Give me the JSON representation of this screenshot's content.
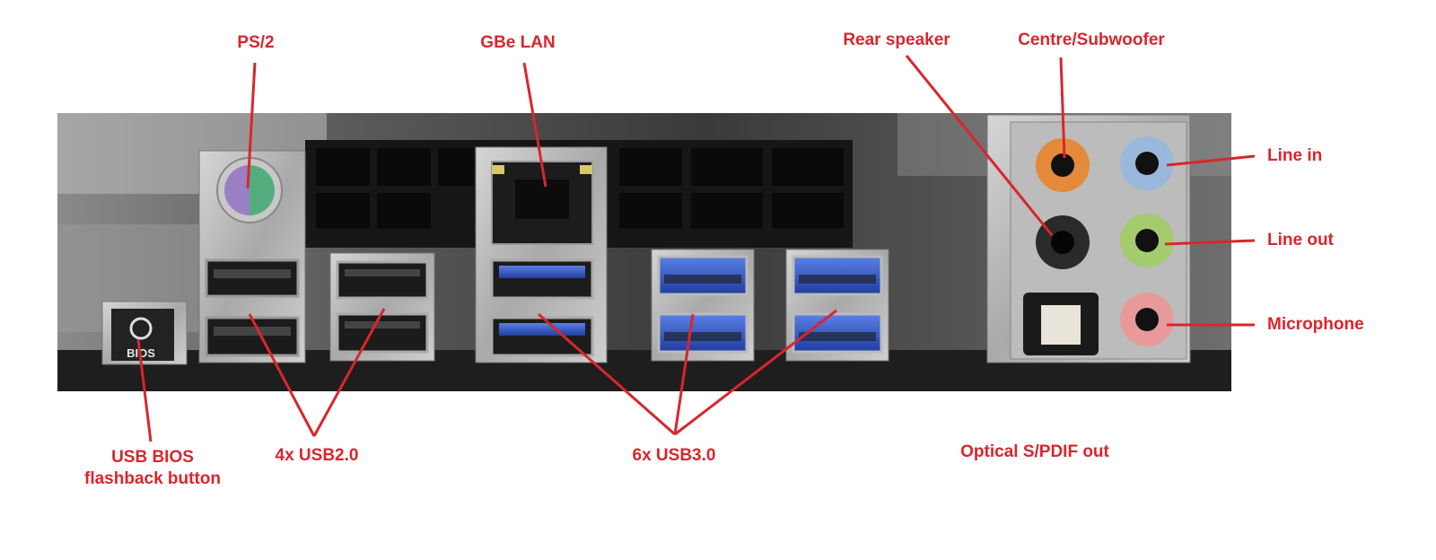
{
  "labels": {
    "ps2": "PS/2",
    "gbe_lan": "GBe LAN",
    "rear_speaker": "Rear speaker",
    "centre_subwoofer": "Centre/Subwoofer",
    "line_in": "Line in",
    "line_out": "Line out",
    "microphone": "Microphone",
    "usb_bios_line1": "USB BIOS",
    "usb_bios_line2": "flashback button",
    "usb2": "4x USB2.0",
    "usb3": "6x USB3.0",
    "optical": "Optical S/PDIF out"
  },
  "bios_button_text": "BIOS",
  "colors": {
    "label_red": "#d9262c",
    "audio_orange": "#e48a3a",
    "audio_blue": "#9ab8db",
    "audio_green": "#a4cc6e",
    "audio_pink": "#e89a9a",
    "usb3_blue": "#2f56c4",
    "ps2_purple": "#9a7fc4",
    "ps2_green": "#54ad7e"
  }
}
